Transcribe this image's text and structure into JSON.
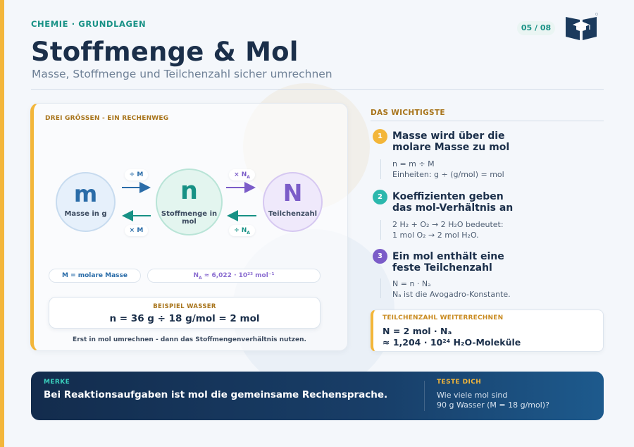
{
  "header": {
    "kicker": "CHEMIE · GRUNDLAGEN",
    "page": "05 / 08",
    "title": "Stoffmenge & Mol",
    "subtitle": "Masse, Stoffmenge und Teilchenzahl sicher umrechnen",
    "logo_icon": "book-graduation-cap-icon"
  },
  "diagram": {
    "label": "DREI GRÖSSEN - EIN RECHENWEG",
    "nodes": [
      {
        "letter": "m",
        "caption": "Masse in g",
        "color": "#2a6ca8"
      },
      {
        "letter": "n",
        "caption": "Stoffmenge in mol",
        "color": "#179185"
      },
      {
        "letter": "N",
        "caption": "Teilchenzahl",
        "color": "#7b5cc8"
      }
    ],
    "ops": {
      "div_m": "÷ M",
      "mul_m": "× M",
      "mul_na": "× N",
      "div_na": "÷ N",
      "na_sub": "A"
    },
    "def_m": "M = molare Masse",
    "def_na_prefix": "N",
    "def_na_sub": "A",
    "def_na_rest": " ≈ 6,022 · 10²³ mol⁻¹",
    "example_label": "BEISPIEL WASSER",
    "example_formula": "n = 36 g ÷ 18 g/mol = 2 mol",
    "footnote": "Erst in mol umrechnen - dann das Stoffmengenverhältnis nutzen."
  },
  "key_points": {
    "label": "DAS WICHTIGSTE",
    "items": [
      {
        "num": "1",
        "title_1": "Masse wird über die",
        "title_2": "molare Masse zu mol",
        "line_1": "n = m ÷ M",
        "line_2": "Einheiten: g ÷ (g/mol) = mol"
      },
      {
        "num": "2",
        "title_1": "Koeffizienten geben",
        "title_2": "das mol-Verhältnis an",
        "line_1": "2 H₂ + O₂ → 2 H₂O bedeutet:",
        "line_2": "1 mol O₂ → 2 mol H₂O."
      },
      {
        "num": "3",
        "title_1": "Ein mol enthält eine",
        "title_2": "feste Teilchenzahl",
        "line_1": "N = n · Nₐ",
        "line_2": "Nₐ ist die Avogadro-Konstante."
      }
    ],
    "card": {
      "label": "TEILCHENZAHL WEITERRECHNEN",
      "line_1": "N = 2 mol · Nₐ",
      "line_2": "≈ 1,204 · 10²⁴ H₂O-Moleküle"
    }
  },
  "banner": {
    "merke_label": "MERKE",
    "merke_text": "Bei Reaktionsaufgaben ist mol die gemeinsame Rechensprache.",
    "test_label": "TESTE DICH",
    "test_q1": "Wie viele mol sind",
    "test_q2": "90 g Wasser (M = 18 g/mol)?"
  },
  "colors": {
    "accent": "#f3b63a",
    "teal": "#179185",
    "blue": "#2a6ca8",
    "purple": "#7b5cc8",
    "navy": "#1b2f4a"
  }
}
